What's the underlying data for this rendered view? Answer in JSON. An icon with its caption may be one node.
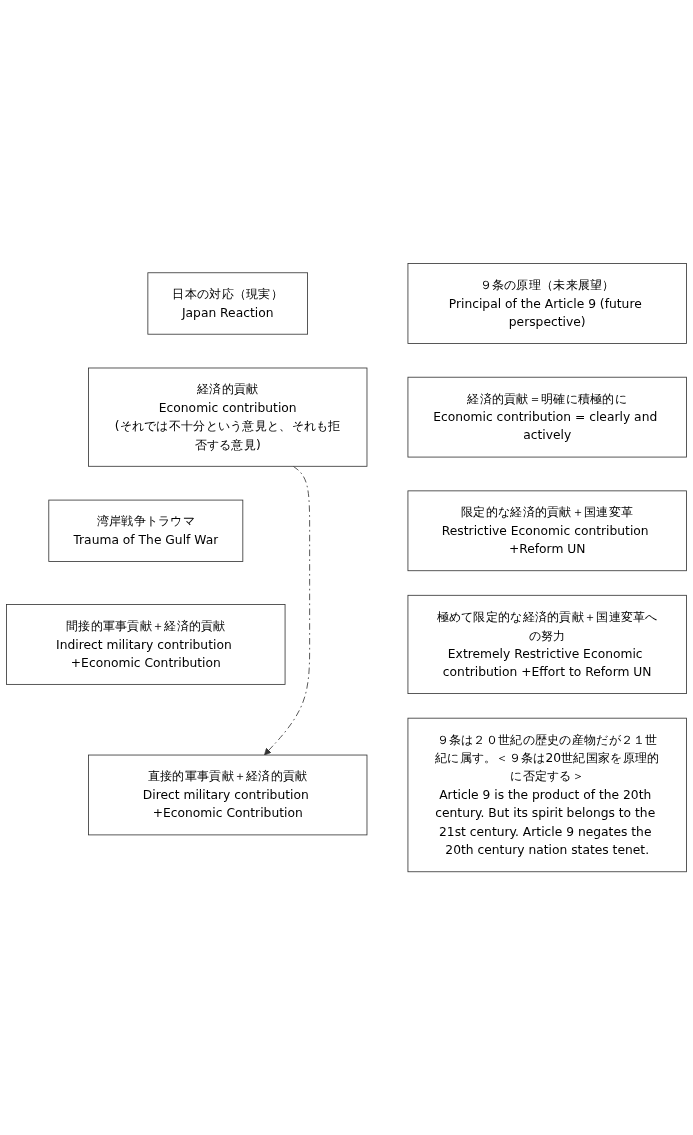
{
  "diagram": {
    "nodes": [
      {
        "text": [
          "日本の対応（現実）",
          "Japan Reaction"
        ]
      },
      {
        "text": [
          "経済的貢献",
          "Economic contribution",
          "(それでは不十分という意見と、それも拒否する意見)"
        ]
      },
      {
        "text": [
          "湾岸戦争トラウマ",
          "Trauma of The Gulf War"
        ]
      },
      {
        "text": [
          "間接的軍事貢献＋経済的貢献",
          "Indirect military contribution +Economic Contribution"
        ]
      },
      {
        "text": [
          "直接的軍事貢献＋経済的貢献",
          "Direct military contribution +Economic Contribution"
        ]
      },
      {
        "text": [
          "９条の原理（未来展望）",
          "Principal of the Article 9 (future perspective)"
        ]
      },
      {
        "text": [
          "経済的貢献＝明確に積極的に",
          "Economic contribution = clearly and actively"
        ]
      },
      {
        "text": [
          "限定的な経済的貢献＋国連変革",
          "Restrictive Economic contribution +Reform UN"
        ]
      },
      {
        "text": [
          "極めて限定的な経済的貢献＋国連変革への努力",
          "Extremely Restrictive Economic contribution +Effort to Reform UN"
        ]
      },
      {
        "text": [
          "９条は２０世紀の歴史の産物だが２１世紀に属す。＜９条は20世紀国家を原理的に否定する＞",
          "Article 9 is the product of the 20th century. But its spirit belongs to the 21st century. Article 9 negates the 20th century nation states tenet."
        ]
      }
    ],
    "edges": [
      {
        "from": 1,
        "to": 4,
        "arrow": "to",
        "style": "dashed"
      }
    ]
  }
}
